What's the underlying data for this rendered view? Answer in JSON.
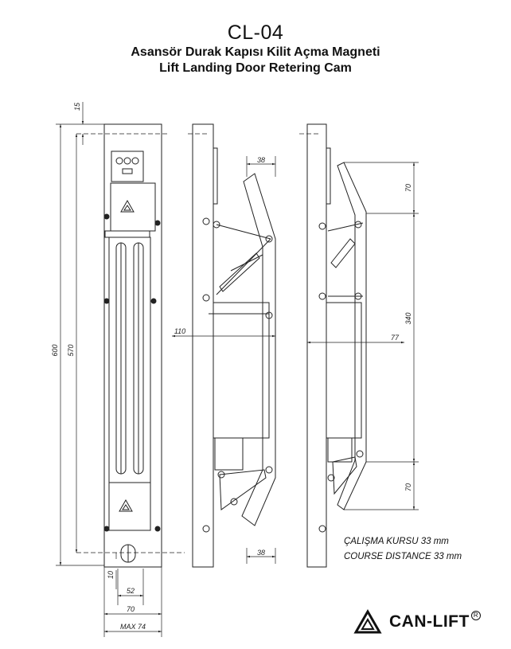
{
  "header": {
    "model": "CL-04",
    "title_tr": "Asansör Durak Kapısı Kilit Açma Magneti",
    "title_en": "Lift Landing Door Retering Cam"
  },
  "dimensions": {
    "d15": "15",
    "d600": "600",
    "d570": "570",
    "d38_top": "38",
    "d38_bottom": "38",
    "d110": "110",
    "d77": "77",
    "d70_top": "70",
    "d340": "340",
    "d70_bottom": "70",
    "d10": "10",
    "d52": "52",
    "d70_width": "70",
    "max74": "MAX 74"
  },
  "notes": {
    "course_tr": "ÇALIŞMA KURSU 33 mm",
    "course_en": "COURSE DISTANCE 33 mm"
  },
  "logo": {
    "brand": "CAN-LIFT",
    "registered": "R"
  }
}
